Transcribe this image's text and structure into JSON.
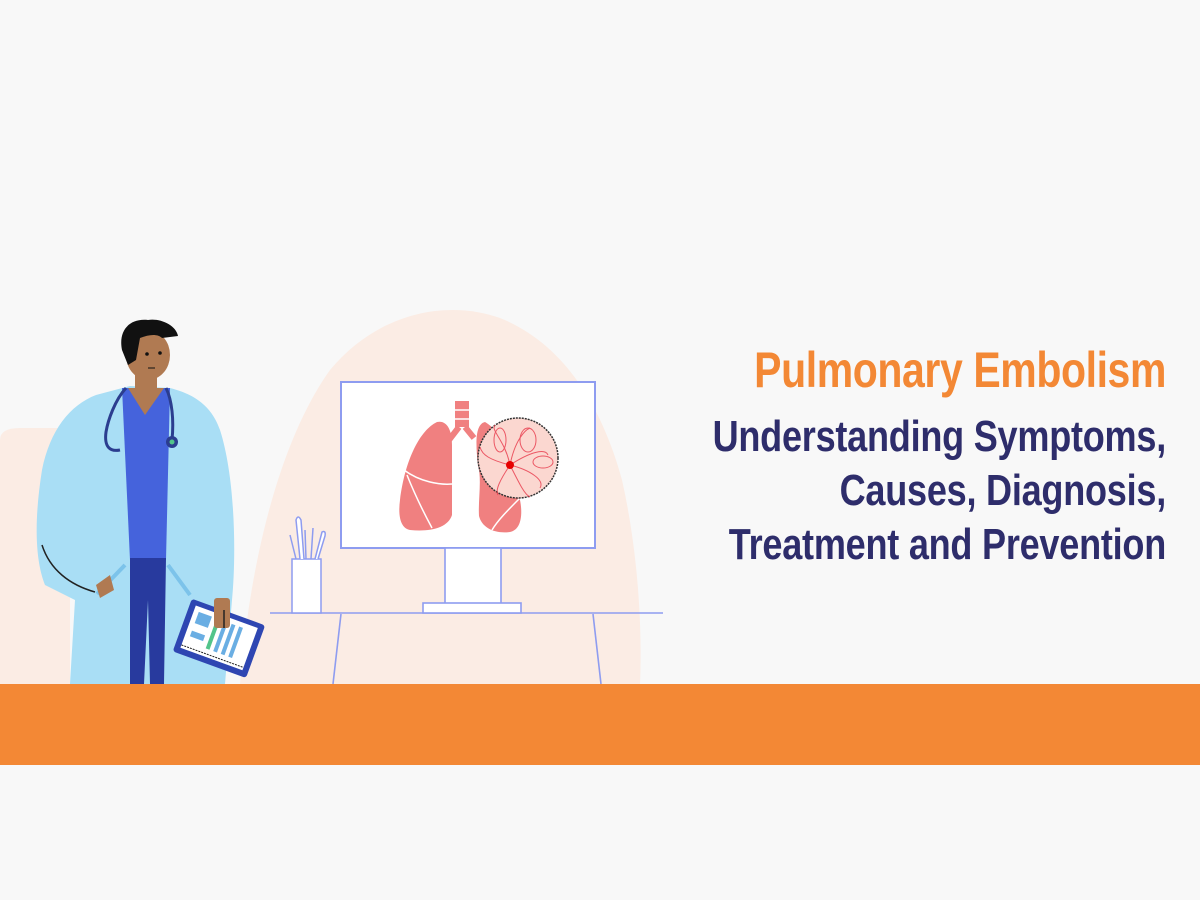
{
  "banner": {
    "title": "Pulmonary Embolism",
    "subtitle_lines": [
      "Understanding Symptoms,",
      "Causes, Diagnosis,",
      "Treatment and Prevention"
    ]
  },
  "illustration": {
    "figure": "doctor-with-stethoscope-and-clipboard",
    "monitor_content": "lungs-with-magnified-embolism",
    "desk_items": [
      "pen-holder",
      "monitor"
    ]
  },
  "colors": {
    "background": "#f8f8f8",
    "accent_orange": "#f38835",
    "heading_navy": "#2e2d6b",
    "blob_peach": "#fbece4",
    "line_blue": "#8e9cf0",
    "lung_pink": "#f08080",
    "coat_blue": "#a9def5",
    "scrubs_blue": "#4563dc"
  }
}
